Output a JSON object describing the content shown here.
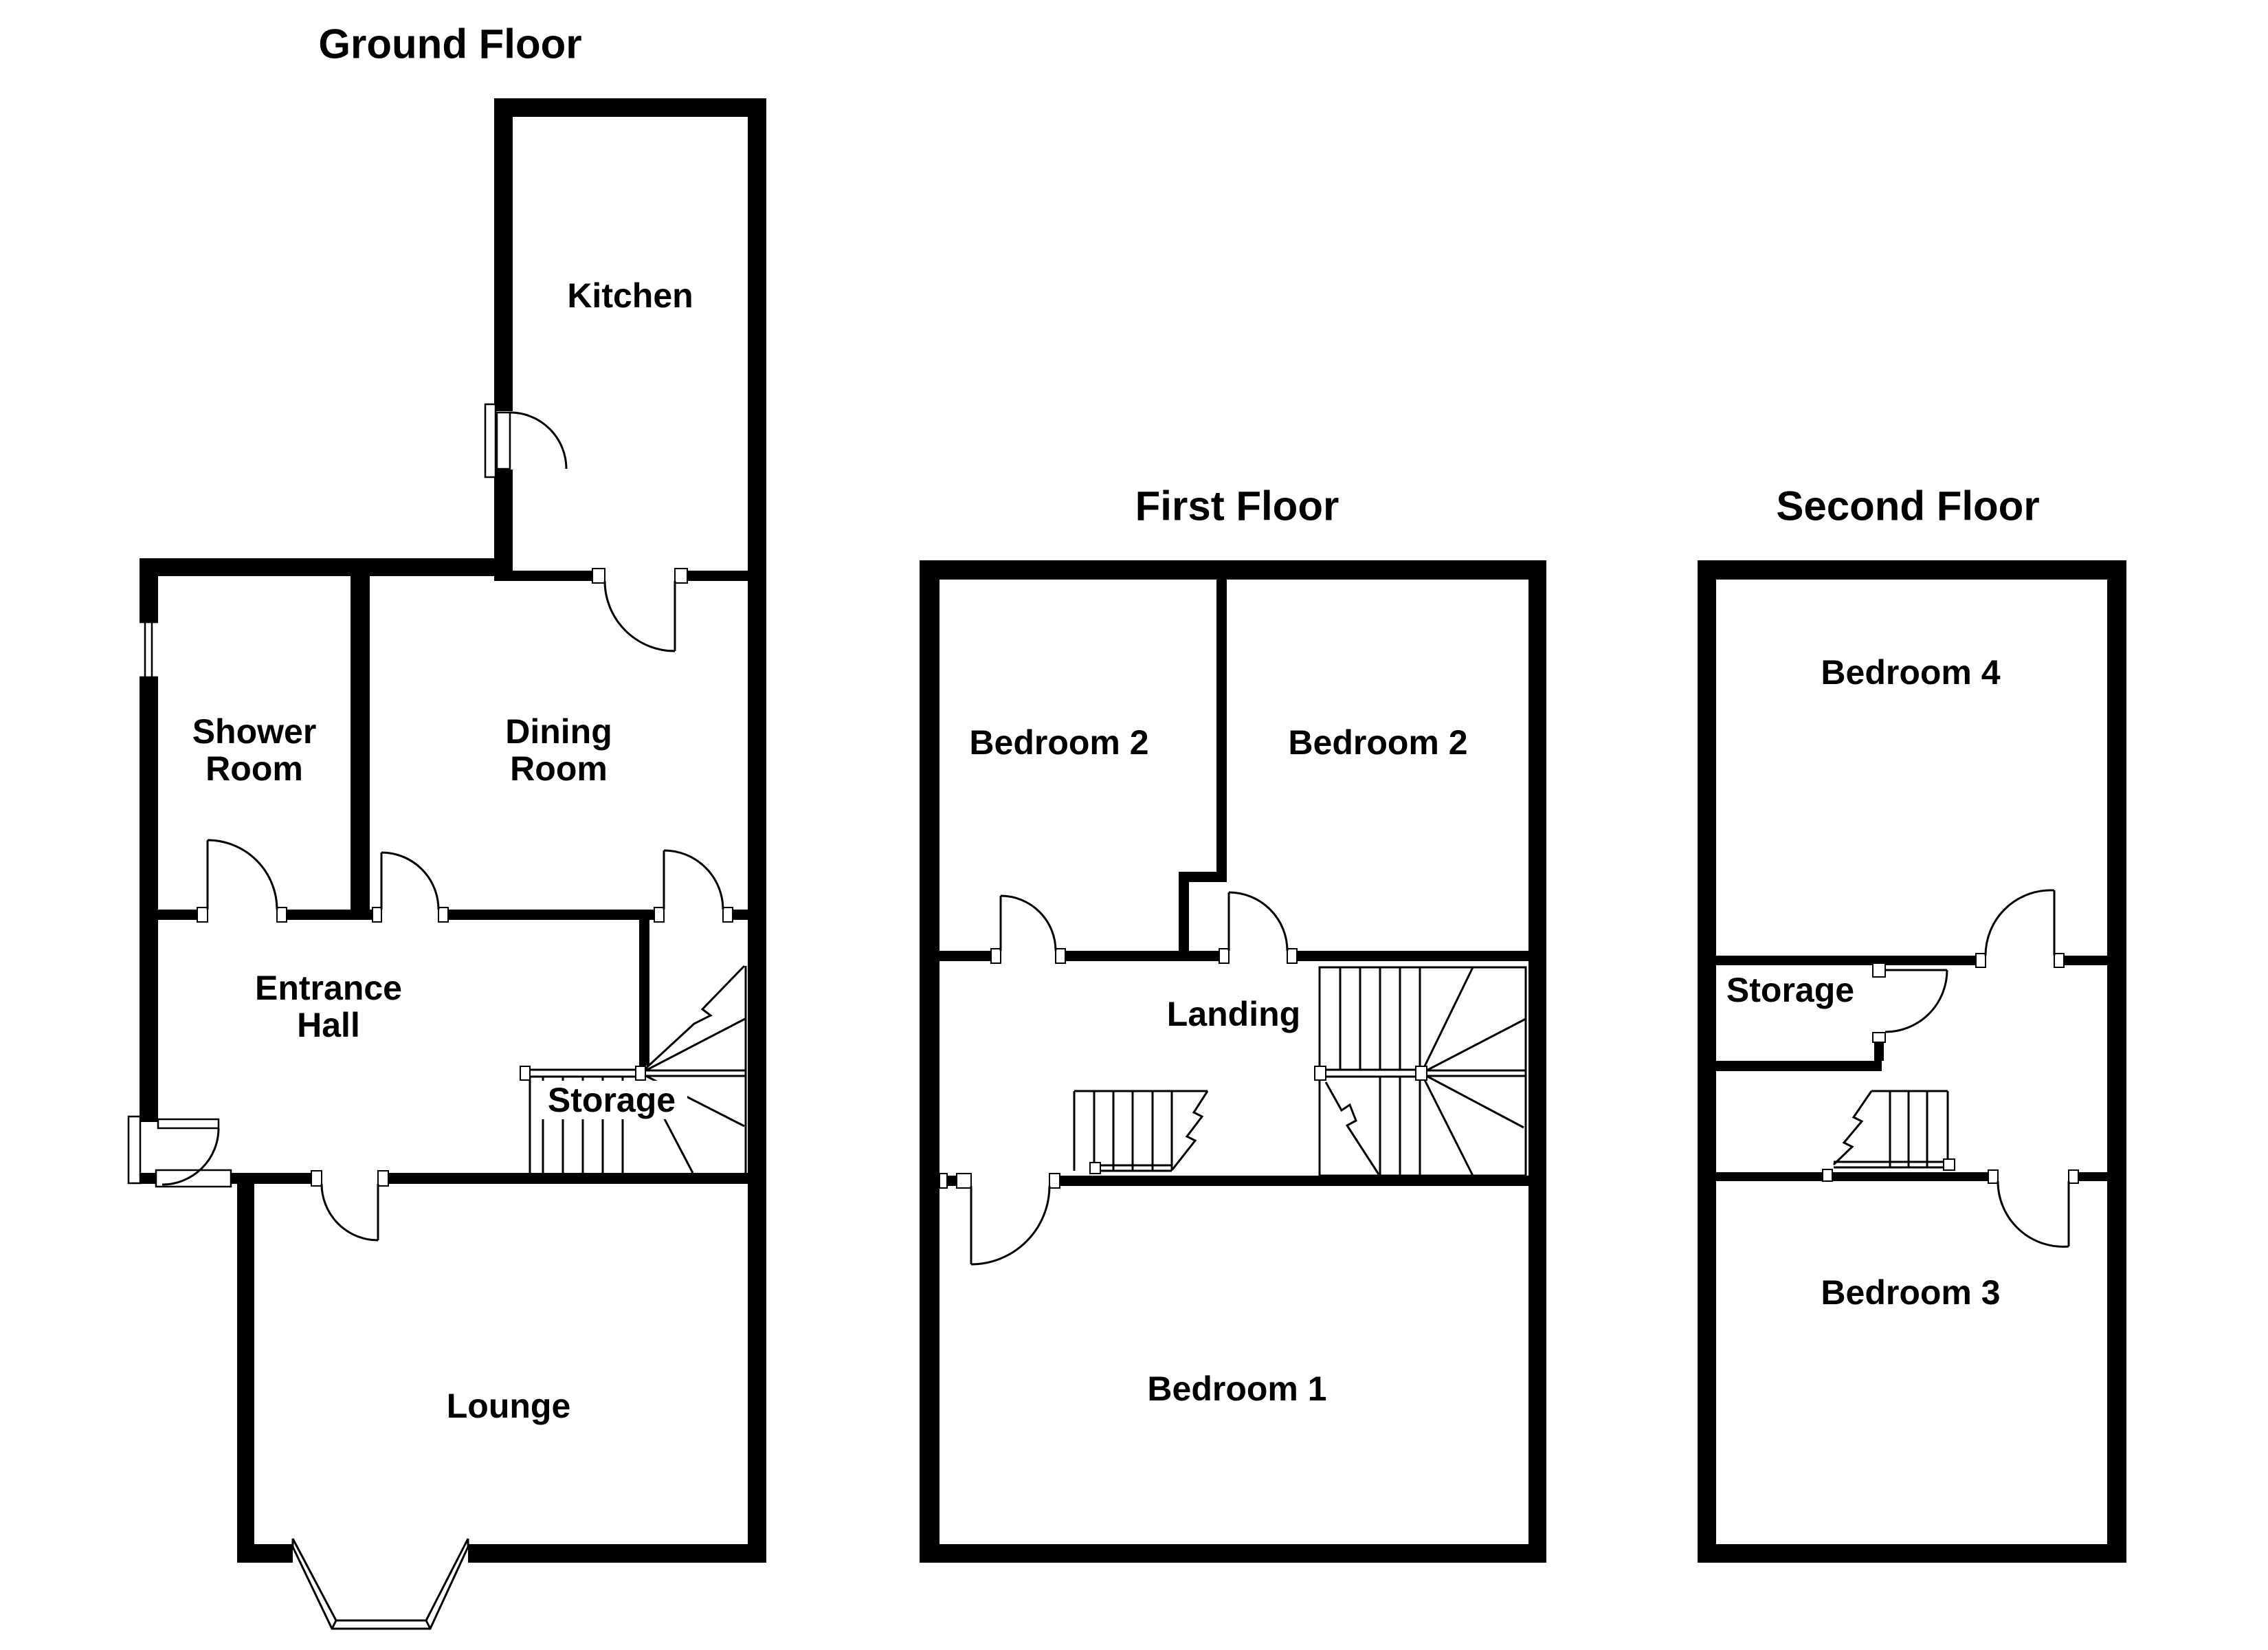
{
  "document": {
    "type": "floorplan"
  },
  "colors": {
    "wall": "#000000",
    "background": "#ffffff",
    "line": "#000000"
  },
  "floors": [
    {
      "title": "Ground Floor",
      "rooms": [
        {
          "name": "kitchen",
          "lines": [
            "Kitchen"
          ]
        },
        {
          "name": "shower-room",
          "lines": [
            "Shower",
            "Room"
          ]
        },
        {
          "name": "dining-room",
          "lines": [
            "Dining",
            "Room"
          ]
        },
        {
          "name": "entrance-hall",
          "lines": [
            "Entrance",
            "Hall"
          ]
        },
        {
          "name": "storage",
          "lines": [
            "Storage"
          ]
        },
        {
          "name": "lounge",
          "lines": [
            "Lounge"
          ]
        }
      ]
    },
    {
      "title": "First Floor",
      "rooms": [
        {
          "name": "bedroom-2-left",
          "lines": [
            "Bedroom 2"
          ]
        },
        {
          "name": "bedroom-2-right",
          "lines": [
            "Bedroom 2"
          ]
        },
        {
          "name": "landing",
          "lines": [
            "Landing"
          ]
        },
        {
          "name": "bedroom-1",
          "lines": [
            "Bedroom 1"
          ]
        }
      ]
    },
    {
      "title": "Second Floor",
      "rooms": [
        {
          "name": "bedroom-4",
          "lines": [
            "Bedroom 4"
          ]
        },
        {
          "name": "storage",
          "lines": [
            "Storage"
          ]
        },
        {
          "name": "bedroom-3",
          "lines": [
            "Bedroom 3"
          ]
        }
      ]
    }
  ]
}
